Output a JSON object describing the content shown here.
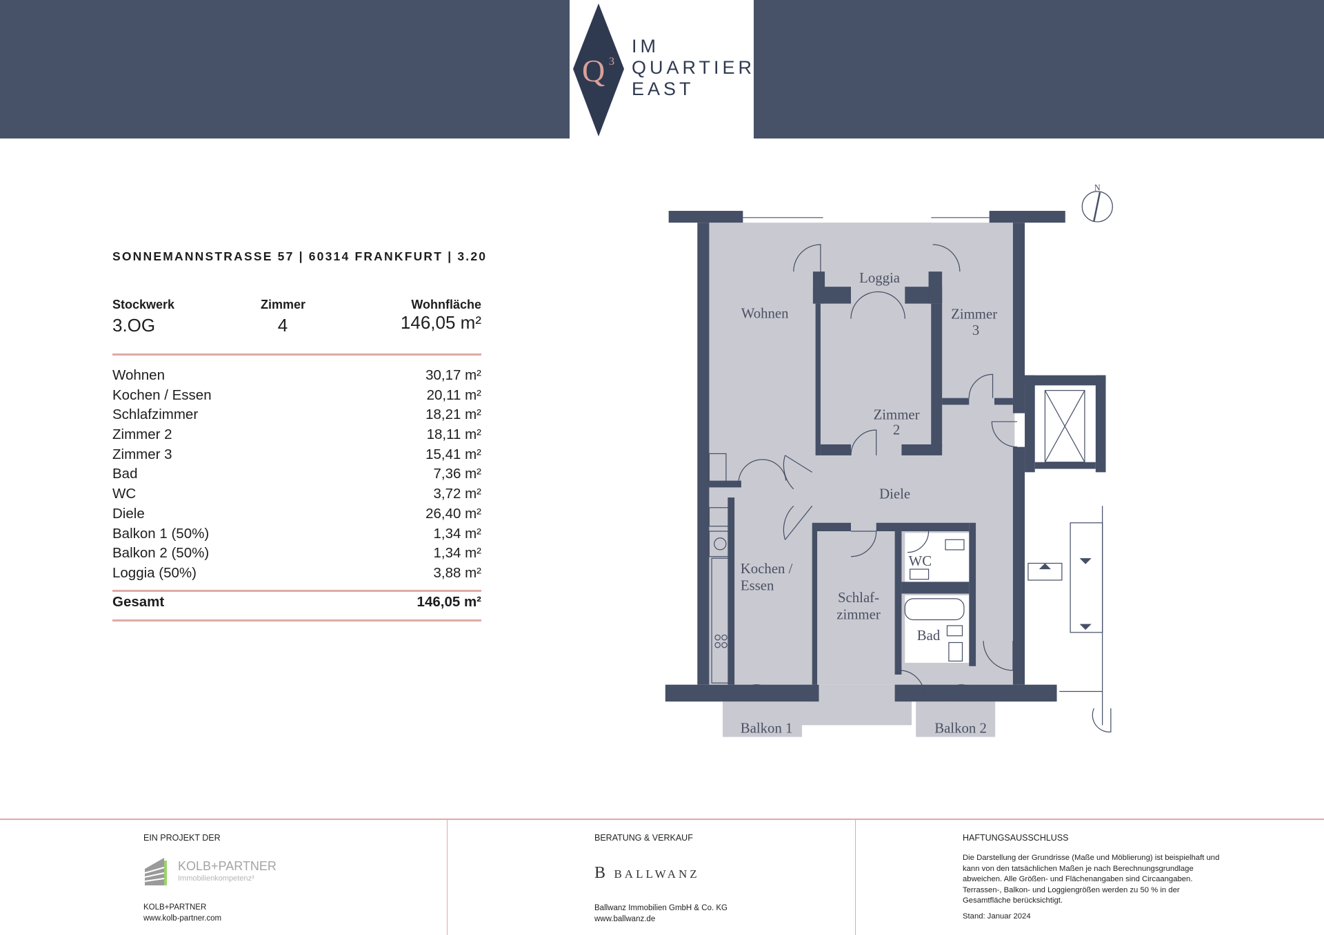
{
  "header": {
    "logo_mark": "Q",
    "logo_sup": "3",
    "logo_lines": [
      "IM",
      "QUARTIER",
      "EAST"
    ],
    "colors": {
      "band": "#475269",
      "accent": "#d9a199"
    }
  },
  "unit": {
    "address": "SONNEMANNSTRASSE 57 | 60314 FRANKFURT | 3.20",
    "floor_label": "Stockwerk",
    "floor": "3.OG",
    "rooms_label": "Zimmer",
    "rooms": "4",
    "area_label": "Wohnfläche",
    "area": "146,05 m²"
  },
  "areas": [
    {
      "name": "Wohnen",
      "value": "30,17 m²"
    },
    {
      "name": "Kochen / Essen",
      "value": "20,11 m²"
    },
    {
      "name": "Schlafzimmer",
      "value": "18,21 m²"
    },
    {
      "name": "Zimmer 2",
      "value": "18,11 m²"
    },
    {
      "name": "Zimmer 3",
      "value": "15,41 m²"
    },
    {
      "name": "Bad",
      "value": "7,36 m²"
    },
    {
      "name": "WC",
      "value": "3,72 m²"
    },
    {
      "name": "Diele",
      "value": "26,40 m²"
    },
    {
      "name": "Balkon 1 (50%)",
      "value": "1,34 m²"
    },
    {
      "name": "Balkon 2 (50%)",
      "value": "1,34 m²"
    },
    {
      "name": "Loggia (50%)",
      "value": "3,88 m²"
    }
  ],
  "total": {
    "label": "Gesamt",
    "value": "146,05 m²"
  },
  "plan": {
    "compass": "N",
    "labels": {
      "loggia": "Loggia",
      "wohnen": "Wohnen",
      "zimmer3a": "Zimmer",
      "zimmer3b": "3",
      "zimmer2a": "Zimmer",
      "zimmer2b": "2",
      "diele": "Diele",
      "kochen_a": "Kochen /",
      "kochen_b": "Essen",
      "wc": "WC",
      "schlaf_a": "Schlaf-",
      "schlaf_b": "zimmer",
      "bad": "Bad",
      "balkon1": "Balkon 1",
      "balkon2": "Balkon 2"
    }
  },
  "footer": {
    "col1": {
      "heading": "EIN PROJEKT DER",
      "logo_name": "KOLB+PARTNER",
      "logo_tagline": "Immobilienkompetenz³",
      "company": "KOLB+PARTNER",
      "url": "www.kolb-partner.com"
    },
    "col2": {
      "heading": "BERATUNG & VERKAUF",
      "logo_mark": "B",
      "logo_name": "BALLWANZ",
      "company": "Ballwanz Immobilien GmbH & Co. KG",
      "url": "www.ballwanz.de"
    },
    "col3": {
      "heading": "HAFTUNGSAUSSCHLUSS",
      "text": "Die Darstellung der Grundrisse (Maße und Möblierung) ist beispielhaft und kann von den tatsächlichen Maßen je nach Berechnungsgrundlage abweichen. Alle Größen- und Flächenangaben sind Circaangaben. Terrassen-, Balkon- und Loggiengrößen werden zu 50 % in der Gesamtfläche berücksichtigt.",
      "date": "Stand: Januar 2024"
    }
  }
}
